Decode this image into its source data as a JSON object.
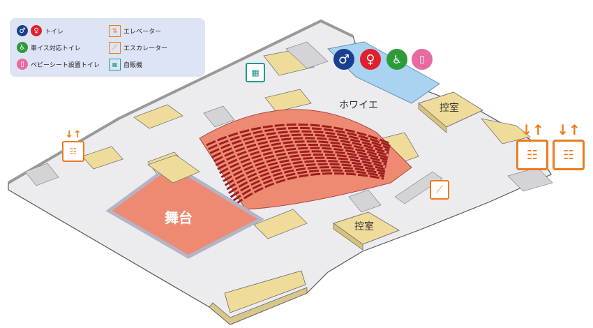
{
  "legend": {
    "toilet": "トイレ",
    "accessible_toilet": "車イス対応トイレ",
    "baby_seat_toilet": "ベビーシート設置トイレ",
    "elevator": "エレベーター",
    "escalator": "エスカレーター",
    "vending": "自販機"
  },
  "labels": {
    "stage": "舞台",
    "foyer": "ホワイエ",
    "green_room_1": "控室",
    "green_room_2": "控室"
  },
  "icons": {
    "toilet_men": "man-icon",
    "toilet_women": "woman-icon",
    "accessible": "wheelchair-icon",
    "baby": "baby-seat-icon",
    "elevator": "elevator-icon",
    "escalator": "escalator-icon",
    "vending": "vending-machine-icon"
  },
  "colors": {
    "men": "#1a3f8f",
    "women": "#e0202c",
    "accessible": "#2e9b3a",
    "baby": "#e86aa0",
    "elevator": "#ee7a1a",
    "escalator": "#ee7a1a",
    "vending": "#1e9a8c",
    "stage": "#ef8a72",
    "seats": "#9c1e1e",
    "floor": "#e8e8ea",
    "wall": "#f0dc9a",
    "legend_bg": "#dde4f5"
  }
}
